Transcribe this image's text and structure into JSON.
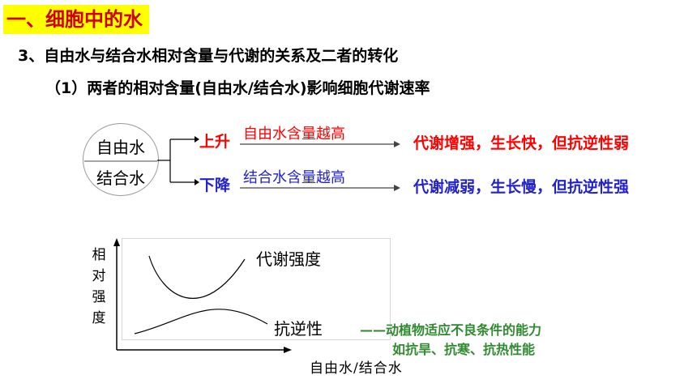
{
  "title": "一、细胞中的水",
  "subtitle": "3、自由水与结合水相对含量与代谢的关系及二者的转化",
  "subsection": "（1）两者的相对含量(自由水/结合水)影响细胞代谢速率",
  "ratio": {
    "numerator": "自由水",
    "denominator": "结合水"
  },
  "branches": [
    {
      "status": "上升",
      "condition": "自由水含量越高",
      "result": "代谢增强，生长快，但抗逆性弱",
      "color": "#ff0000"
    },
    {
      "status": "下降",
      "condition": "结合水含量越高",
      "result": "代谢减弱，生长慢，但抗逆性强",
      "color": "#2222cc"
    }
  ],
  "graph": {
    "y_label": "相对强度",
    "x_label": "自由水/结合水",
    "curve_up_label": "代谢强度",
    "curve_down_label": "抗逆性"
  },
  "annotation": {
    "line1": "——动植物适应不良条件的能力",
    "line2": "如抗旱、抗寒、抗热性能"
  }
}
